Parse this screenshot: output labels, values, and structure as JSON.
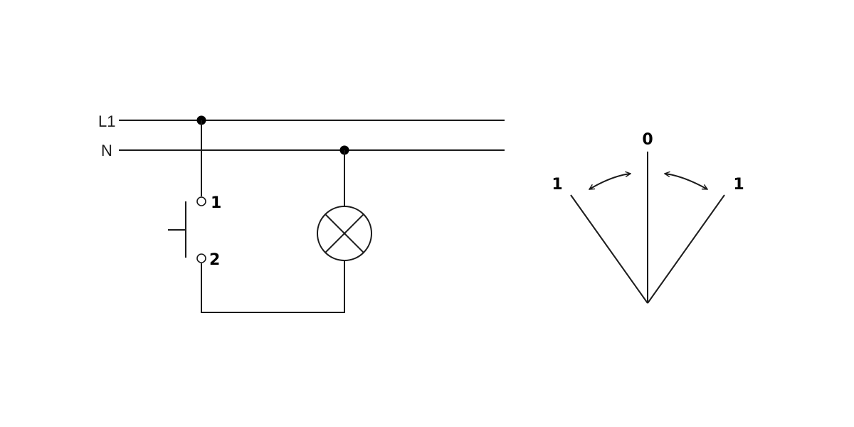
{
  "circuit": {
    "line_label": "L1",
    "neutral_label": "N",
    "switch_terminal_top": "1",
    "switch_terminal_bottom": "2"
  },
  "position_diagram": {
    "center_label": "0",
    "left_label": "1",
    "right_label": "1"
  },
  "colors": {
    "stroke": "#1a1a1a",
    "node": "#000000",
    "background": "#ffffff"
  }
}
